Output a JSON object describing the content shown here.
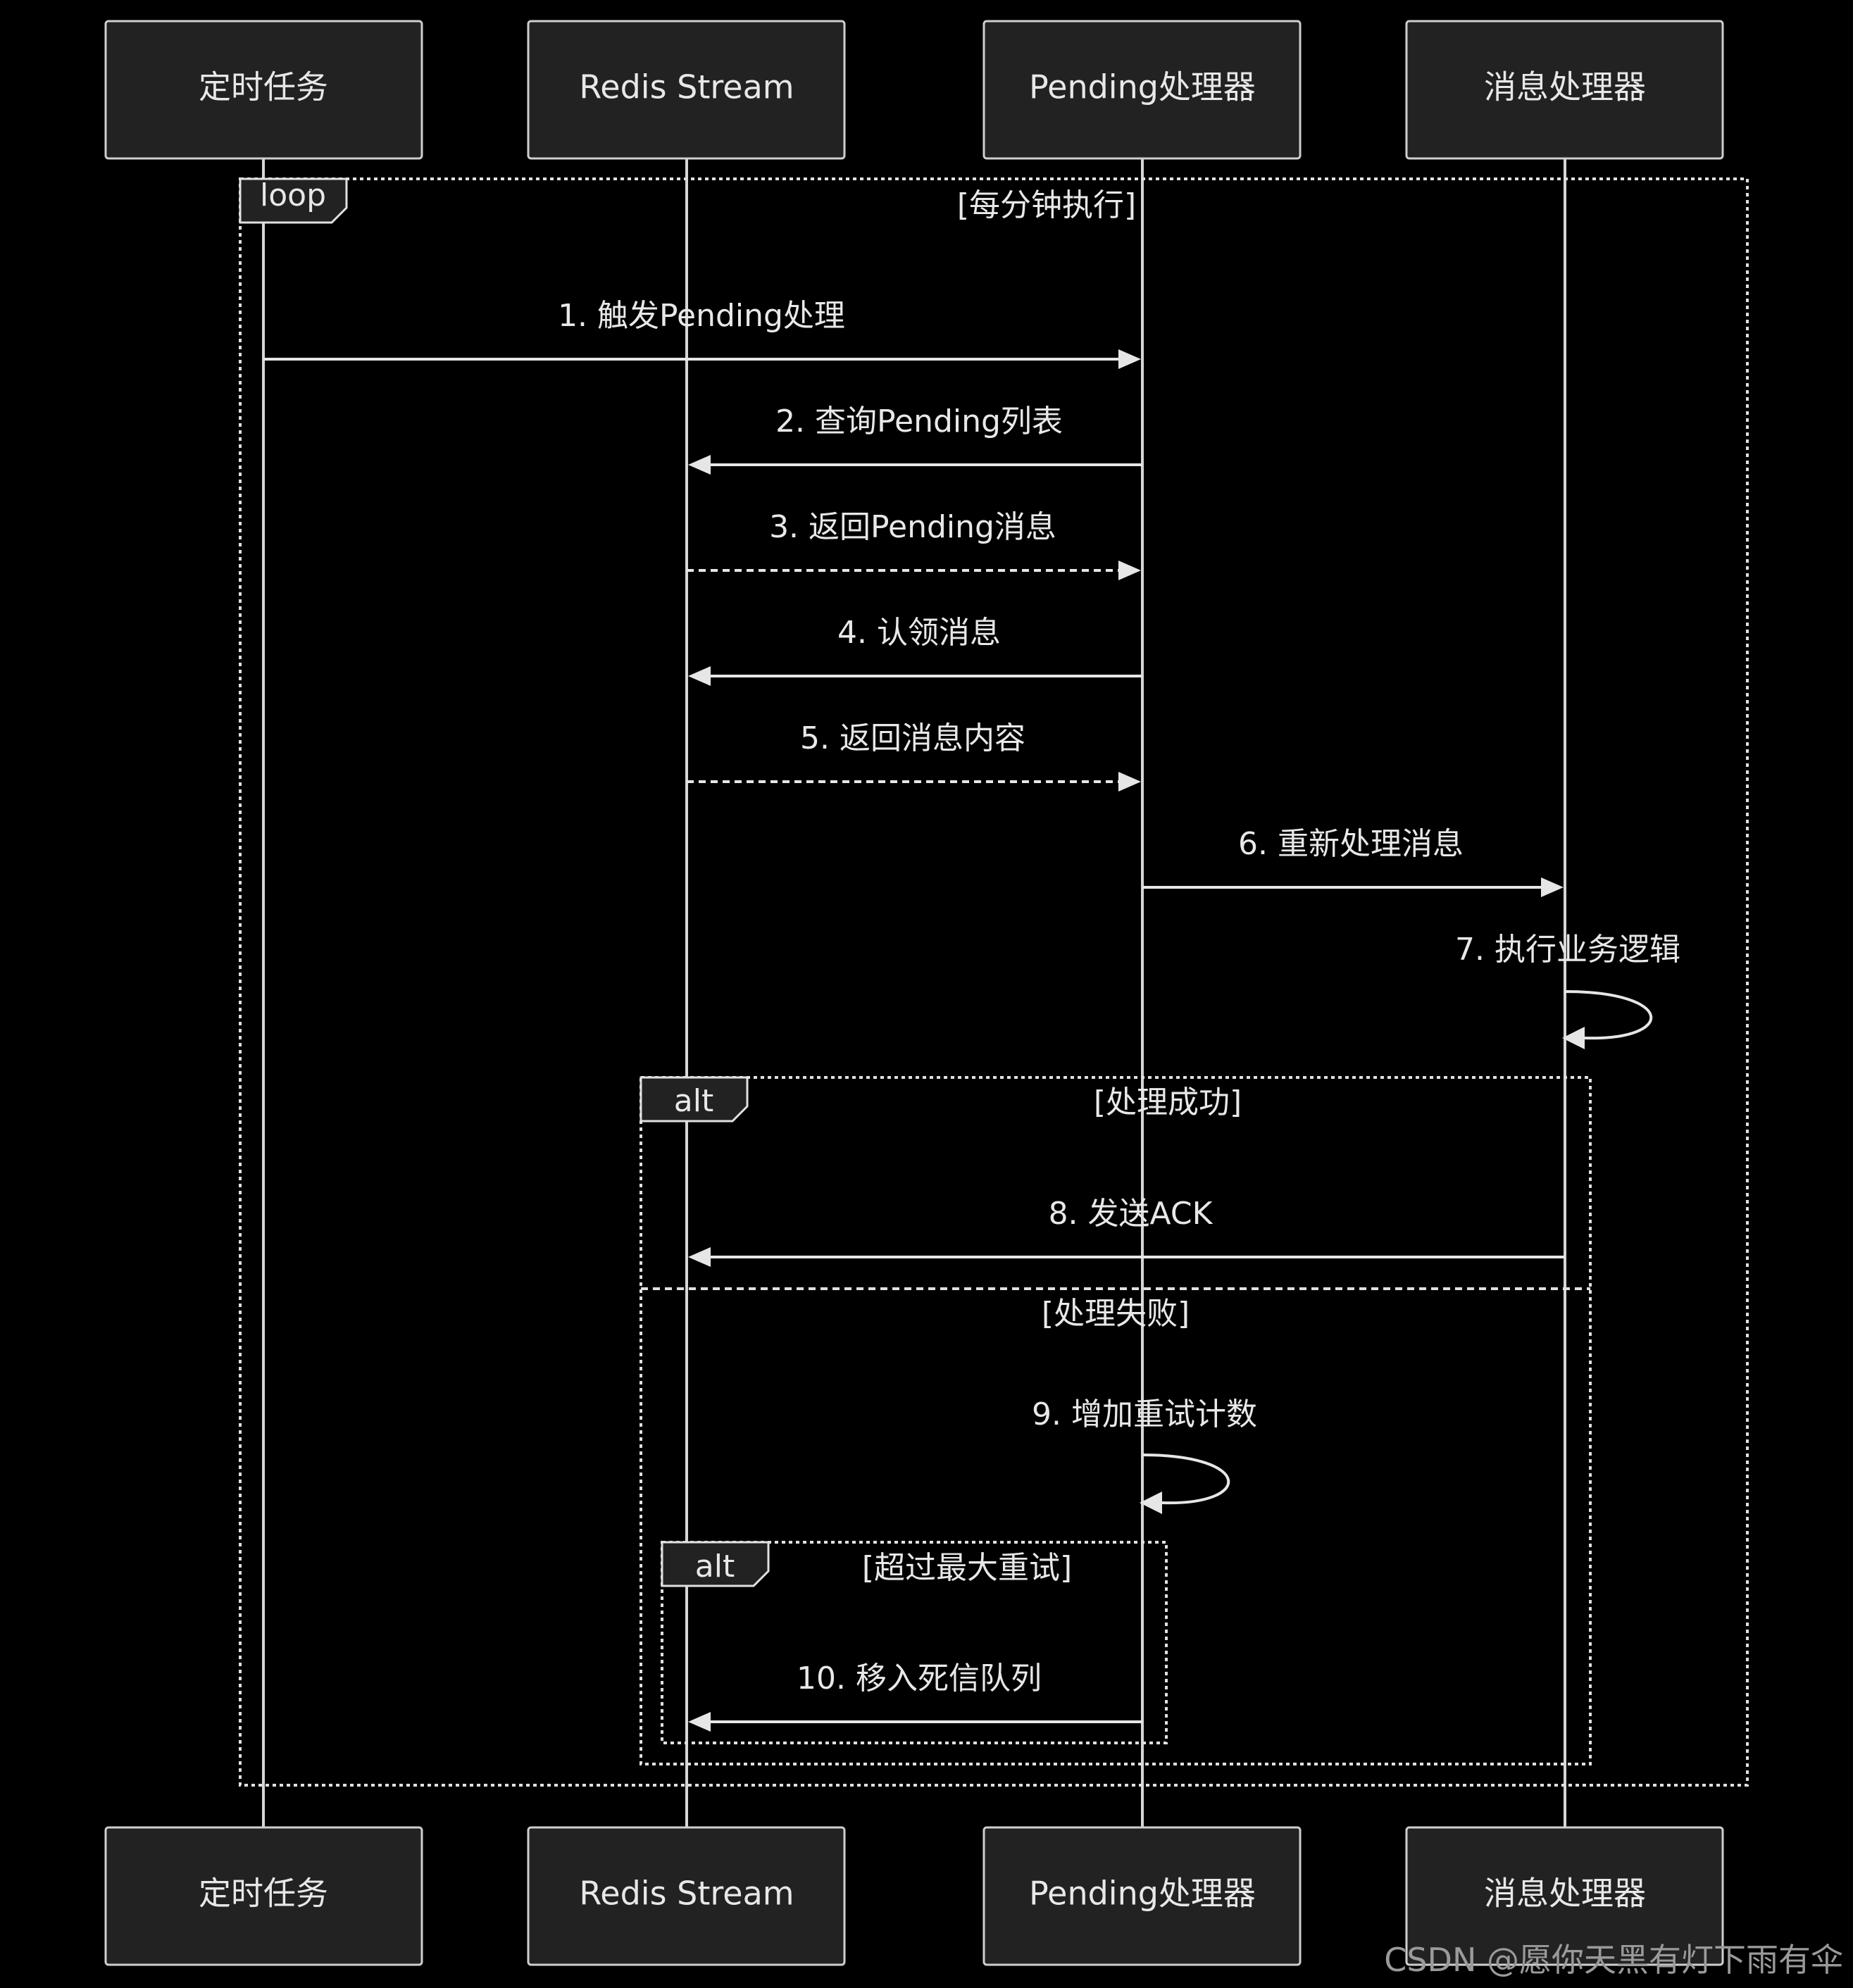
{
  "actors": [
    {
      "name": "定时任务"
    },
    {
      "name": "Redis Stream"
    },
    {
      "name": "Pending处理器"
    },
    {
      "name": "消息处理器"
    }
  ],
  "frames": {
    "loop": {
      "label": "loop",
      "condition": "[每分钟执行]"
    },
    "alt_outer": {
      "label": "alt",
      "condition": "[处理成功]",
      "else_condition": "[处理失败]"
    },
    "alt_inner": {
      "label": "alt",
      "condition": "[超过最大重试]"
    }
  },
  "messages": [
    {
      "text": "1. 触发Pending处理",
      "from": 0,
      "to": 2,
      "style": "solid"
    },
    {
      "text": "2. 查询Pending列表",
      "from": 2,
      "to": 1,
      "style": "solid"
    },
    {
      "text": "3. 返回Pending消息",
      "from": 1,
      "to": 2,
      "style": "dashed"
    },
    {
      "text": "4. 认领消息",
      "from": 2,
      "to": 1,
      "style": "solid"
    },
    {
      "text": "5. 返回消息内容",
      "from": 1,
      "to": 2,
      "style": "dashed"
    },
    {
      "text": "6. 重新处理消息",
      "from": 2,
      "to": 3,
      "style": "solid"
    },
    {
      "text": "7. 执行业务逻辑",
      "from": 3,
      "to": 3,
      "style": "self"
    },
    {
      "text": "8. 发送ACK",
      "from": 3,
      "to": 1,
      "style": "solid"
    },
    {
      "text": "9. 增加重试计数",
      "from": 2,
      "to": 2,
      "style": "self"
    },
    {
      "text": "10. 移入死信队列",
      "from": 2,
      "to": 1,
      "style": "solid"
    }
  ],
  "watermark": "CSDN @愿你天黑有灯下雨有伞"
}
